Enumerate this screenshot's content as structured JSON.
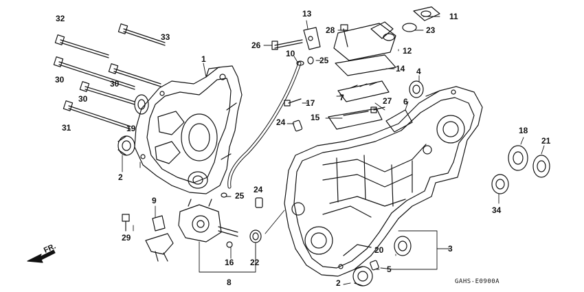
{
  "diagram": {
    "code": "GAHS-E0900A",
    "direction_label": "FR.",
    "callouts": [
      {
        "id": "c1",
        "text": "1"
      },
      {
        "id": "c2a",
        "text": "2"
      },
      {
        "id": "c2b",
        "text": "2"
      },
      {
        "id": "c3",
        "text": "3"
      },
      {
        "id": "c4",
        "text": "4"
      },
      {
        "id": "c5",
        "text": "5"
      },
      {
        "id": "c6",
        "text": "6"
      },
      {
        "id": "c7",
        "text": "7"
      },
      {
        "id": "c8",
        "text": "8"
      },
      {
        "id": "c9",
        "text": "9"
      },
      {
        "id": "c10",
        "text": "10"
      },
      {
        "id": "c11",
        "text": "11"
      },
      {
        "id": "c12",
        "text": "12"
      },
      {
        "id": "c13",
        "text": "13"
      },
      {
        "id": "c14",
        "text": "14"
      },
      {
        "id": "c15",
        "text": "15"
      },
      {
        "id": "c16",
        "text": "16"
      },
      {
        "id": "c17",
        "text": "17"
      },
      {
        "id": "c18",
        "text": "18"
      },
      {
        "id": "c19",
        "text": "19"
      },
      {
        "id": "c20",
        "text": "20"
      },
      {
        "id": "c21",
        "text": "21"
      },
      {
        "id": "c22",
        "text": "22"
      },
      {
        "id": "c23",
        "text": "23"
      },
      {
        "id": "c24a",
        "text": "24"
      },
      {
        "id": "c24b",
        "text": "24"
      },
      {
        "id": "c25a",
        "text": "25"
      },
      {
        "id": "c25b",
        "text": "25"
      },
      {
        "id": "c26",
        "text": "26"
      },
      {
        "id": "c27",
        "text": "27"
      },
      {
        "id": "c28",
        "text": "28"
      },
      {
        "id": "c29",
        "text": "29"
      },
      {
        "id": "c30a",
        "text": "30"
      },
      {
        "id": "c30b",
        "text": "30"
      },
      {
        "id": "c30c",
        "text": "30"
      },
      {
        "id": "c31",
        "text": "31"
      },
      {
        "id": "c32",
        "text": "32"
      },
      {
        "id": "c33",
        "text": "33"
      },
      {
        "id": "c34",
        "text": "34"
      }
    ]
  }
}
